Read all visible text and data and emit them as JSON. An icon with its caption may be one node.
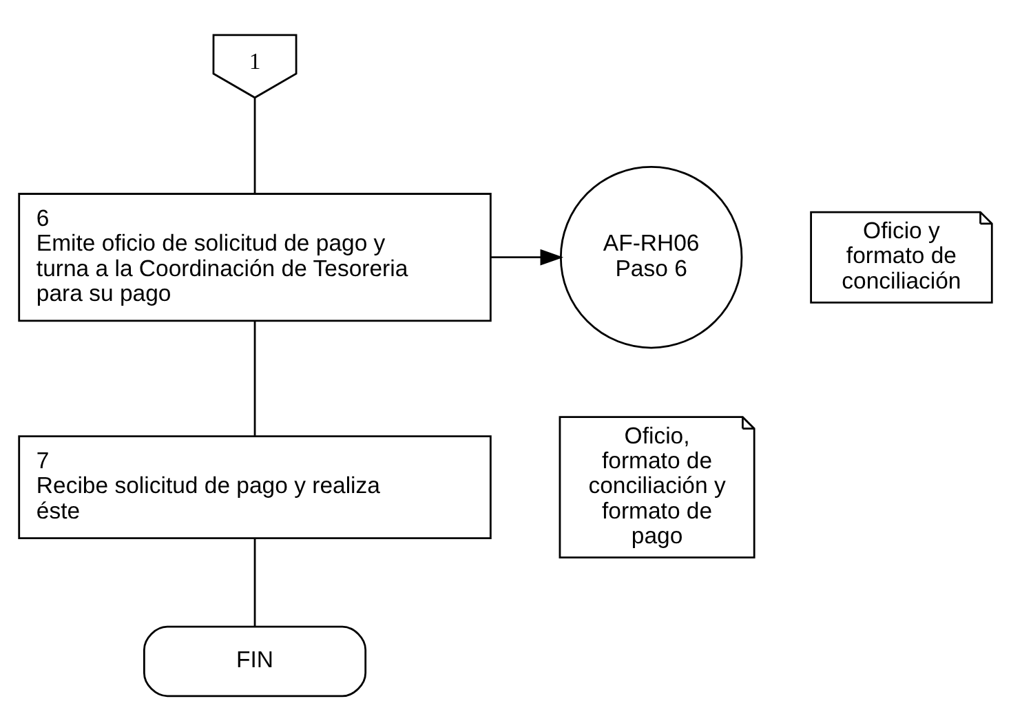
{
  "diagram": {
    "nodes": [
      {
        "text": [
          "1"
        ]
      },
      {
        "text": [
          "6",
          "Emite oficio de solicitud de pago y turna a la Coordinación de Tesoreria para su pago"
        ]
      },
      {
        "text": [
          "Oficio y formato de conciliación"
        ]
      },
      {
        "text": [
          "AF-RH06 Paso 6"
        ]
      },
      {
        "text": [
          "7",
          "Recibe solicitud de pago y realiza éste"
        ]
      },
      {
        "text": [
          "Oficio, formato de conciliación y formato de pago"
        ]
      },
      {
        "text": [
          "FIN"
        ]
      }
    ],
    "edges": [
      {
        "from": 0,
        "to": 1,
        "arrow": "none"
      },
      {
        "from": 1,
        "to": 3,
        "arrow": "to"
      },
      {
        "from": 1,
        "to": 4,
        "arrow": "none"
      },
      {
        "from": 4,
        "to": 6,
        "arrow": "none"
      }
    ]
  }
}
